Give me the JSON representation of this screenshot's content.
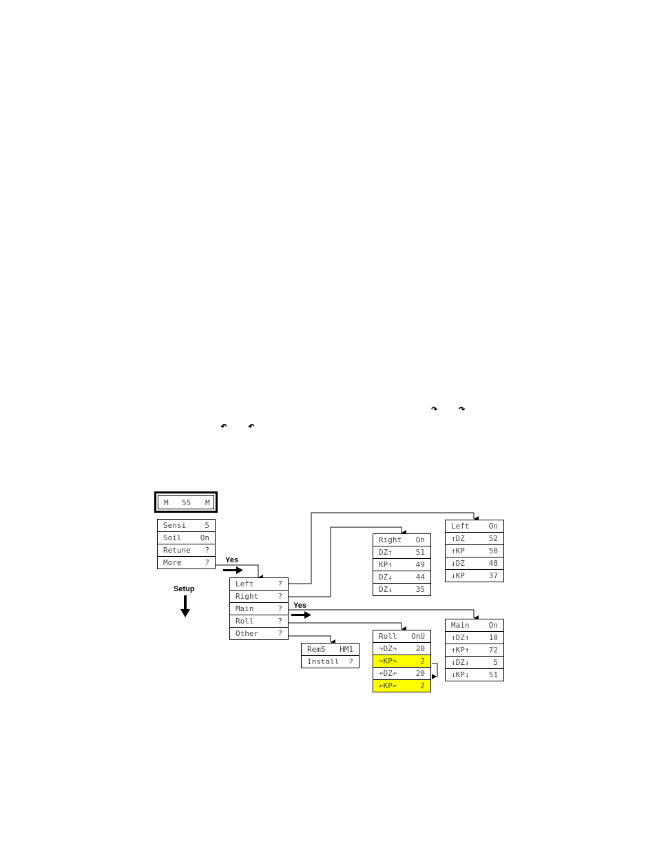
{
  "inline_symbols": {
    "a1": "↷",
    "a2": "↷",
    "b1": "↶",
    "b2": "↶"
  },
  "display": {
    "left": "M",
    "center": "55",
    "right": "M"
  },
  "labels": {
    "yes1": "Yes",
    "yes2": "Yes",
    "setup": "Setup"
  },
  "main_menu": [
    {
      "label": "Sensi",
      "value": "5"
    },
    {
      "label": "Soil",
      "value": "On"
    },
    {
      "label": "Retune",
      "value": "?"
    },
    {
      "label": "More",
      "value": "?"
    }
  ],
  "setup_menu": [
    {
      "label": "Left",
      "value": "?"
    },
    {
      "label": "Right",
      "value": "?"
    },
    {
      "label": "Main",
      "value": "?"
    },
    {
      "label": "Roll",
      "value": "?"
    },
    {
      "label": "Other",
      "value": "?"
    }
  ],
  "other_menu": [
    {
      "label": "RemS",
      "value": "HM1"
    },
    {
      "label": "Install",
      "value": "?"
    }
  ],
  "right_menu": [
    {
      "label": "Right",
      "value": "On"
    },
    {
      "label": "DZ↑",
      "value": "51"
    },
    {
      "label": "KP↑",
      "value": "49"
    },
    {
      "label": "DZ↓",
      "value": "44"
    },
    {
      "label": "DZ↓",
      "value": "35"
    }
  ],
  "left_menu": [
    {
      "label": "Left",
      "value": "On"
    },
    {
      "label": "↑DZ",
      "value": "52"
    },
    {
      "label": "↑KP",
      "value": "50"
    },
    {
      "label": "↓DZ",
      "value": "48"
    },
    {
      "label": "↓KP",
      "value": "37"
    }
  ],
  "roll_menu": [
    {
      "label": "Roll",
      "value": "OnU"
    },
    {
      "label": "↷DZ↷",
      "value": "20"
    },
    {
      "label": "↷KP↷",
      "value": "2",
      "highlight": true
    },
    {
      "label": "↶DZ↶",
      "value": "20"
    },
    {
      "label": "↶KP↶",
      "value": "2",
      "highlight": true
    }
  ],
  "main2_menu": [
    {
      "label": "Main",
      "value": "On"
    },
    {
      "label": "↑DZ↑",
      "value": "10"
    },
    {
      "label": "↑KP↑",
      "value": "72"
    },
    {
      "label": "↓DZ↓",
      "value": "5"
    },
    {
      "label": "↓KP↓",
      "value": "51"
    }
  ],
  "colors": {
    "highlight": "#ffff00",
    "line": "#000000",
    "text": "#444444"
  }
}
